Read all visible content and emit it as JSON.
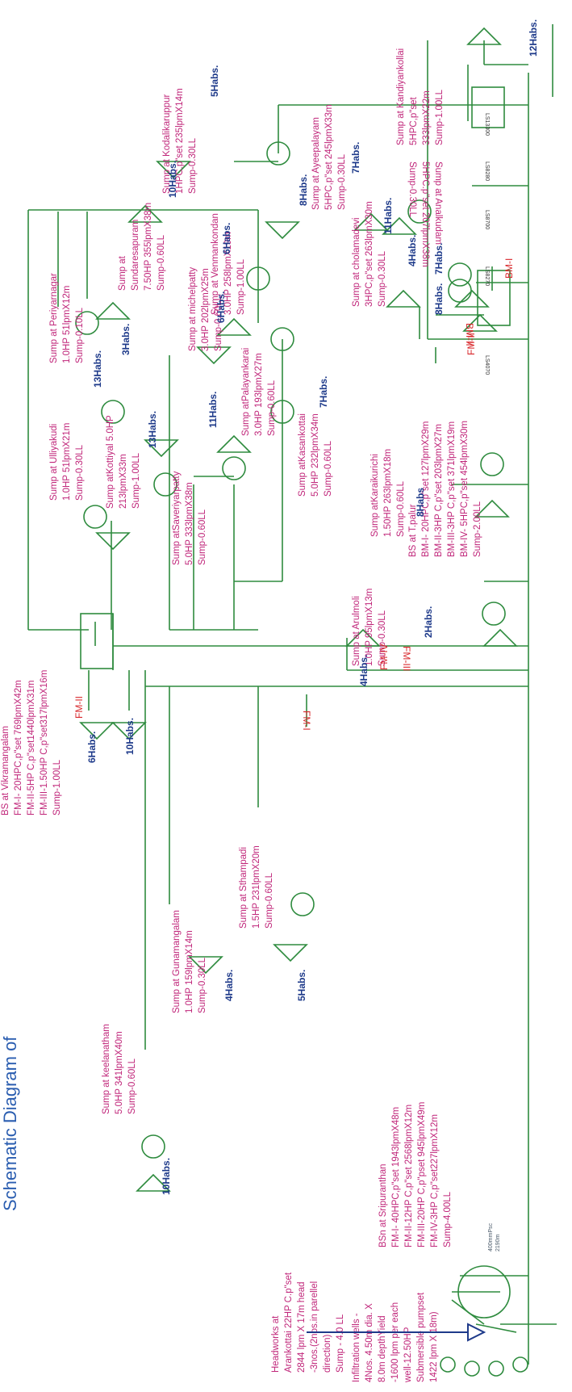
{
  "colors": {
    "pipe": "#2e8b3e",
    "label": "#c0267a",
    "habs": "#1e3a8a",
    "feeder": "#d8262a",
    "pipe_note": "#4a5a6a"
  },
  "title_fragment": "Schematic Diagram of",
  "headworks": [
    "Headworks at",
    "Arankottai 22HP C.p\"set",
    "2844 lpm X 17m head",
    "-3nos.(2nos.in parellel",
    "direction)",
    "Sump - 4.0 LL"
  ],
  "infiltration": [
    "Infiltration wells -",
    "4Nos. 4.50m dia. X",
    "8.0m depthYield",
    "-1600 lpm per each",
    "well-12.50HP",
    "Submersible pumpset",
    "1422 lpm X 18m)"
  ],
  "bs_sripuranthan": [
    "BSn at Sripuranthan",
    "FM-I- 40HPC,p\"set 1943lpmX48m",
    "FM-II-12HP C,p\"set 2568lpmX12m",
    "FM-III-20HP C,p\"pset 945lpmX49m",
    "FM-IV-3HP C,p\"set227lpmX12m",
    "Sump-4.00LL"
  ],
  "pipe_note": [
    "400mmPsc",
    "2190m"
  ],
  "bs_vikramangalam": [
    "BS at Vikramangalam",
    "FM-I- 20HPC,p\"set 769lpmX42m",
    "FM-II-5HP C,p\"set1440lpmX31m",
    "FM-III-1.50HP C,p\"set317lpmX16m",
    "Sump-1.00LL"
  ],
  "bs_tpalur": [
    "BS at T.palur",
    "BM-I- 20HPC,p\"set 127lpmX29m",
    "BM-II-3HP C,p\"set 203lpmX27m",
    "BM-III-3HP C,p\"set 371lpmX19m",
    "BM-IV- 5HPC,p\"set 454lpmX30m",
    "Sump-2.00LL"
  ],
  "sumps": {
    "keelanatham": [
      "Sump at keelanatham",
      "5.0HP 341lpmX40m",
      "Sump-0.60LL"
    ],
    "gunamangalam": [
      "Sump at Gunamangalam",
      "1.0HP 159lpmX14m",
      "Sump-0.30LL"
    ],
    "sthampadi": [
      "Sump at Sthampadi",
      "1.5HP 231lpmX20m",
      "Sump-0.60LL"
    ],
    "arulmoli": [
      "Sump at Arulmoli",
      "1.0HP 95lpmX13m",
      "Sump-0.30LL"
    ],
    "karaikurichi": [
      "Sump atKaraikurichi",
      "1.50HP 263lpmX18m",
      "Sump-0.60LL"
    ],
    "saveriyarpatty": [
      "Sump atSaveriyarpatty",
      "5.0HP 333lpmX38m",
      "Sump-0.60LL"
    ],
    "kottiyal": [
      "Sump atKottiyal 5.0HP",
      "213lpmX33m",
      "Sump-1.00LL"
    ],
    "ulliyakudi": [
      "Sump at Ulliyakudi",
      "1.0HP 51lpmX21m",
      "Sump-0.30LL"
    ],
    "kasankottai": [
      "Sump atKasankottai",
      "5.0HP 232lpmX34m",
      "Sump-0.60LL"
    ],
    "palayankarai": [
      "Sump atPalayankarai",
      "3.0HP 193lpmX27m",
      "Sump-0.60LL"
    ],
    "michelpatty": [
      "Sump at michelpatty",
      "3.0HP 202lpmX25m",
      "Sump-0.60LL"
    ],
    "periyarnagar": [
      "Sump at Periyarnagar",
      "1.0HP 51lpmX12m",
      "Sump-0.10LL"
    ],
    "sundaresapuram": [
      "Sump at",
      "Sundaresapuram",
      "7.50HP 355lpmX38m",
      "Sump-0.60LL"
    ],
    "venmankondan": [
      "Sump at Venmankondan",
      "3.0HP 258lpmX19m",
      "Sump-1.00LL"
    ],
    "kodalikaruppur": [
      "Sump at Kodalikaruppur",
      "1HPC.p\"set 235lpmX14m",
      "Sump-0.30LL"
    ],
    "analkudam": [
      "Sump at Analkudam",
      "5HPC.p\"set 207lpmX38m",
      "Sump-0.30LL"
    ],
    "cholamadevi": [
      "Sump at cholamadevi",
      "3HPC,p\"set 263lpmX30m",
      "Sump-0.30LL"
    ],
    "ayeepalayam": [
      "Sump at Ayeepalayam",
      "5HPC,p\"set 245lpmX33m",
      "Sump-0.30LL"
    ],
    "kandiyankollai": [
      "Sump at Kandiyankollai",
      "5HPC,p\"set",
      "333lpmX22m",
      "Sump-1.00LL"
    ]
  },
  "habs": {
    "keelanatham": "10Habs.",
    "vik_fm2_a": "6Habs.",
    "vik_fm2_b": "10Habs.",
    "gunamangalam": "4Habs.",
    "sthampadi": "5Habs.",
    "fm4": "4Habs.",
    "arulmoli": "2Habs.",
    "karaikurichi": "8Habs",
    "saveriyarpatty": "13Habs.",
    "kottiyal": "13Habs.",
    "ulliyakudi": "3Habs.",
    "kasankottai": "11Habs.",
    "kasan_up": "6Habs.",
    "kasan_7": "7Habs.",
    "michelpatty": "6Habs.",
    "sundaresapuram": "10Habs.",
    "venmankondan": "8Habs.",
    "kodalikaruppur": "5Habs.",
    "tpalur_8": "8Habs.",
    "tpalur_7": "7Habs.",
    "analkudam": "4Habs.",
    "cholamadevi": "11Habs.",
    "ayeepalayam": "7Habs.",
    "kandiyankollai": "12Habs."
  },
  "feeders": {
    "fm1": "FM-I",
    "fm2_vik": "FM-II",
    "fm3": "FM-III",
    "fm4": "FM-IV",
    "fm2_bs": "FM-II",
    "bm1": "BM-I",
    "bm2": "BM-II"
  },
  "ls_tags": [
    "LS13300",
    "LS8280",
    "LS8700",
    "LS8270",
    "LS4070"
  ]
}
